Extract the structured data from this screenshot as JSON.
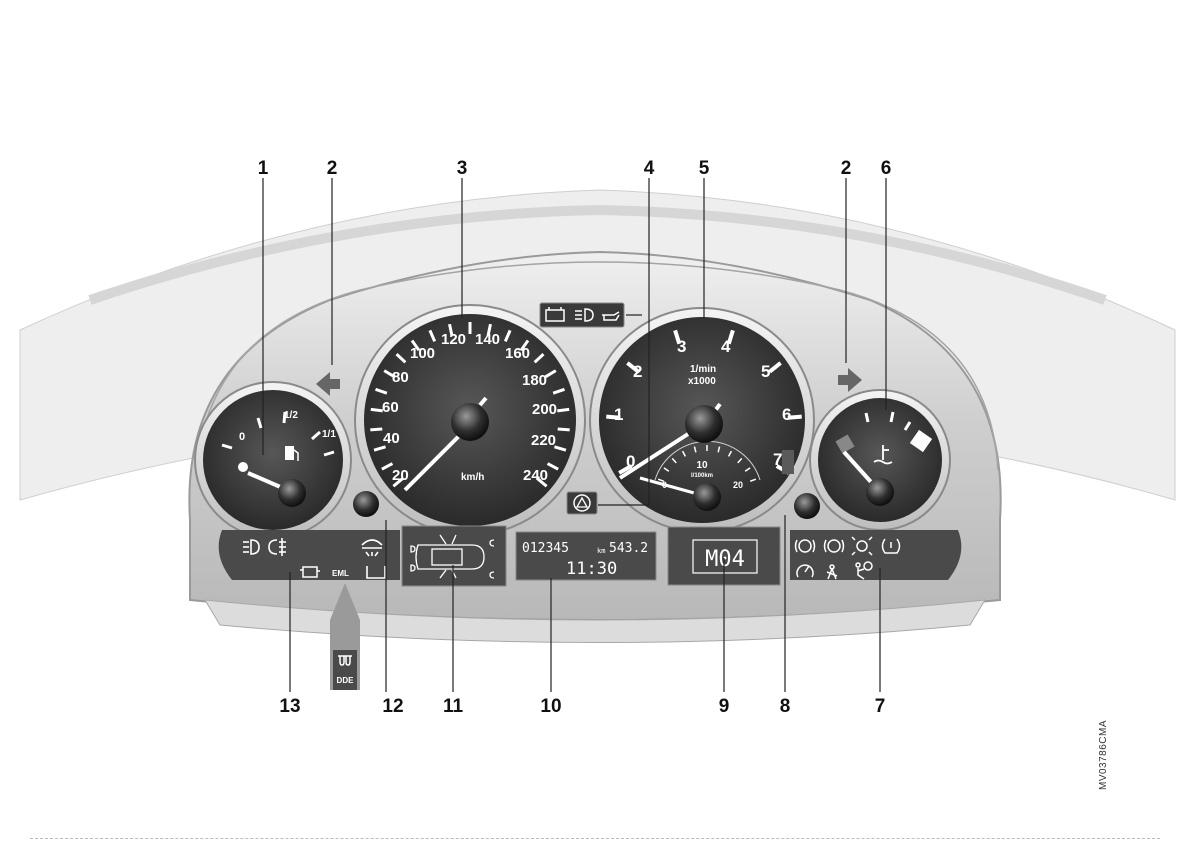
{
  "callouts": [
    "1",
    "2",
    "3",
    "4",
    "5",
    "2",
    "6",
    "13",
    "12",
    "11",
    "10",
    "9",
    "8",
    "7"
  ],
  "speedometer": {
    "ticks": [
      "20",
      "40",
      "60",
      "80",
      "100",
      "120",
      "140",
      "160",
      "180",
      "200",
      "220",
      "240"
    ],
    "unit": "km/h"
  },
  "tachometer": {
    "ticks": [
      "0",
      "1",
      "2",
      "3",
      "4",
      "5",
      "6",
      "7"
    ],
    "unit_line1": "1/min",
    "unit_line2": "x1000",
    "econ_value": "10",
    "econ_unit": "l/100km",
    "econ_low": "0",
    "econ_high": "20"
  },
  "fuel_gauge": {
    "empty": "0",
    "half": "1/2",
    "full": "1/1"
  },
  "odometer": {
    "total": "012345",
    "trip_unit": "km",
    "trip": "543.2",
    "clock": "11:30"
  },
  "gear_display": "M04",
  "diesel_badge": "DDE",
  "emission_label": "EML",
  "figure_code": "MV03786CMA",
  "colors": {
    "panel": "#c8c8c8",
    "gauge_face": "#3b3b3b",
    "bar": "#4a4a4a",
    "needle": "#ffffff",
    "warning": "#e8e8e8"
  }
}
